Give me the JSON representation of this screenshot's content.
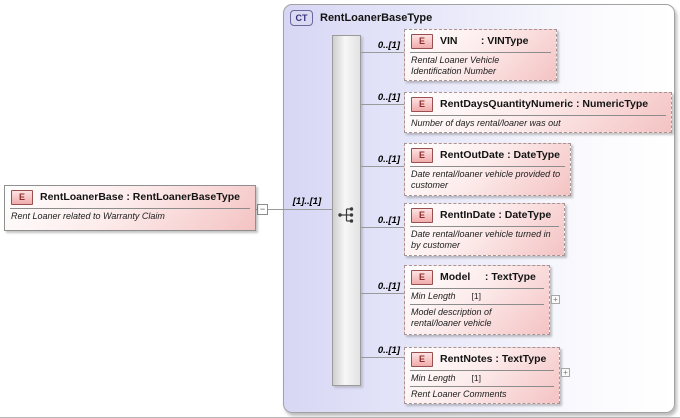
{
  "diagram": {
    "root_element": {
      "icon": "E",
      "title": "RentLoanerBase : RentLoanerBaseType",
      "annotation": "Rent Loaner related to Warranty Claim"
    },
    "connection": {
      "cardinality": "[1]..[1]",
      "collapse_glyph": "−"
    },
    "complex_type": {
      "badge": "CT",
      "title": "RentLoanerBaseType",
      "compositor": "sequence"
    },
    "children": [
      {
        "icon": "E",
        "title": "VIN        : VINType",
        "cardinality": "0..[1]",
        "annotation": "Rental Loaner Vehicle Identification Number"
      },
      {
        "icon": "E",
        "title": "RentDaysQuantityNumeric : NumericType",
        "cardinality": "0..[1]",
        "annotation": "Number of days rental/loaner was out"
      },
      {
        "icon": "E",
        "title": "RentOutDate : DateType",
        "cardinality": "0..[1]",
        "annotation": "Date rental/loaner vehicle provided to customer"
      },
      {
        "icon": "E",
        "title": "RentInDate : DateType",
        "cardinality": "0..[1]",
        "annotation": "Date rental/loaner vehicle turned in by customer"
      },
      {
        "icon": "E",
        "title": "Model     : TextType",
        "cardinality": "0..[1]",
        "facet_label": "Min Length",
        "facet_value": "[1]",
        "expand_glyph": "+",
        "annotation": "Model description of rental/loaner vehicle"
      },
      {
        "icon": "E",
        "title": "RentNotes : TextType",
        "cardinality": "0..[1]",
        "facet_label": "Min Length",
        "facet_value": "[1]",
        "expand_glyph": "+",
        "annotation": "Rent Loaner Comments"
      }
    ],
    "colors": {
      "element_gradient_end": "#f4c3c3",
      "element_icon_fill": "#f1acac",
      "element_icon_border": "#97504f",
      "element_icon_text": "#8c2e2e",
      "container_gradient_start": "#d7d7f5",
      "ct_badge_fill": "#d9d9f2",
      "ct_badge_border": "#68689c",
      "ct_badge_text": "#32327c",
      "line": "#9a9a9a"
    }
  }
}
